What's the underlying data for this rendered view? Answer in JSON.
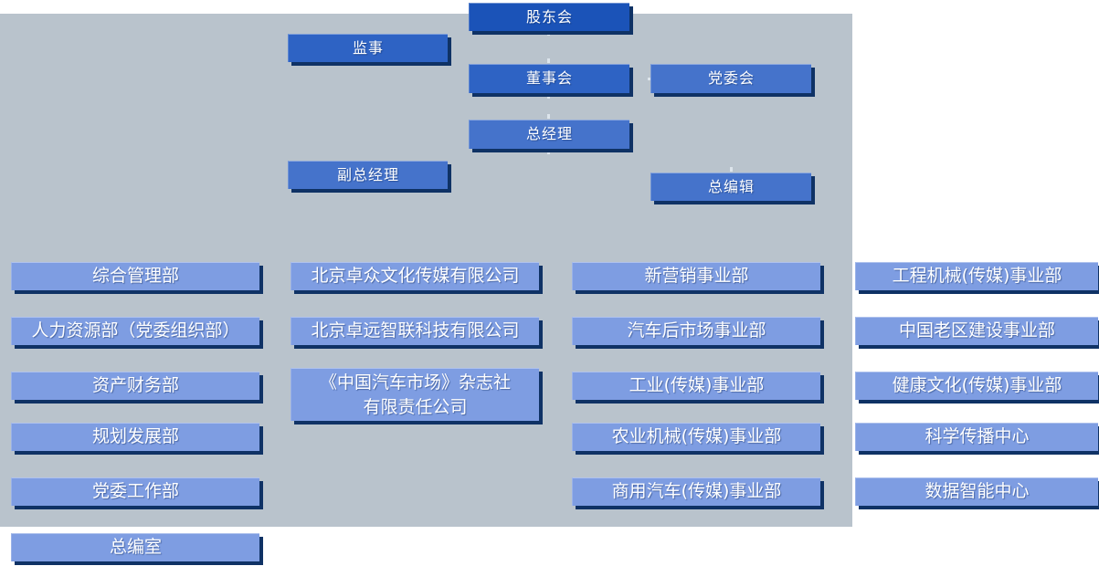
{
  "colors": {
    "panel": "#b9c3cc",
    "tier1": "#1b53b8",
    "tier2": "#2e63c4",
    "tier3": "#4573cb",
    "dept": "#7e9de2",
    "shadow": "#0f3265",
    "tick": "#dde5ec"
  },
  "org": {
    "executives": {
      "shareholders": "股东会",
      "supervisor": "监事",
      "board": "董事会",
      "party_committee": "党委会",
      "general_manager": "总经理",
      "deputy_general_manager": "副总经理",
      "editor_in_chief": "总编辑"
    },
    "departments": {
      "col1": [
        "综合管理部",
        "人力资源部（党委组织部）",
        "资产财务部",
        "规划发展部",
        "党委工作部",
        "总编室"
      ],
      "col2": [
        "北京卓众文化传媒有限公司",
        "北京卓远智联科技有限公司",
        "《中国汽车市场》杂志社\n有限责任公司"
      ],
      "col3": [
        "新营销事业部",
        "汽车后市场事业部",
        "工业(传媒)事业部",
        "农业机械(传媒)事业部",
        "商用汽车(传媒)事业部"
      ],
      "col4": [
        "工程机械(传媒)事业部",
        "中国老区建设事业部",
        "健康文化(传媒)事业部",
        "科学传播中心",
        "数据智能中心"
      ]
    }
  }
}
